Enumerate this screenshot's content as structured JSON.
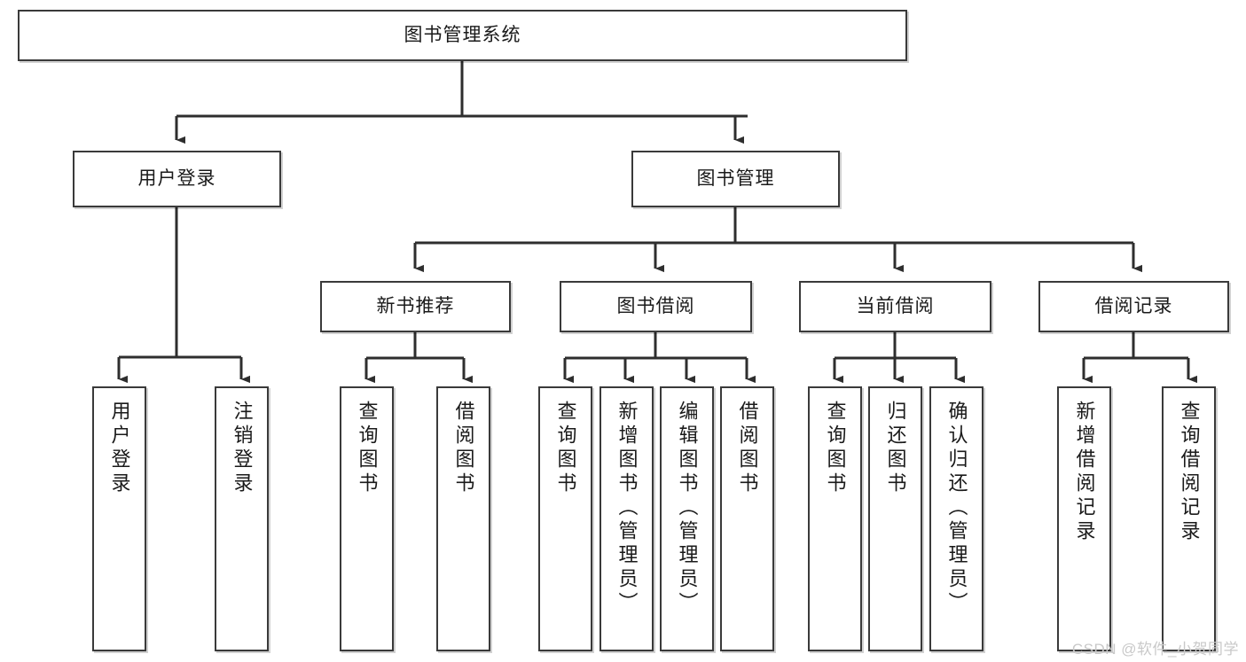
{
  "diagram": {
    "title": "图书管理系统",
    "type": "tree-hierarchy",
    "orientation": "top-down",
    "watermark": "CSDN @软件_小贺同学",
    "colors": {
      "box_border": "#3a3a3a",
      "box_fill": "#ffffff",
      "edge": "#2e2e2e",
      "text": "#1a1a1a",
      "watermark": "#c9c9c9"
    },
    "levels": [
      {
        "level": 1,
        "nodes": [
          {
            "id": "root",
            "label": "图书管理系统"
          }
        ]
      },
      {
        "level": 2,
        "nodes": [
          {
            "id": "login",
            "label": "用户登录",
            "parent": "root"
          },
          {
            "id": "bookmgmt",
            "label": "图书管理",
            "parent": "root"
          }
        ]
      },
      {
        "level": 3,
        "nodes": [
          {
            "id": "newbook",
            "label": "新书推荐",
            "parent": "bookmgmt"
          },
          {
            "id": "borrow",
            "label": "图书借阅",
            "parent": "bookmgmt"
          },
          {
            "id": "current",
            "label": "当前借阅",
            "parent": "bookmgmt"
          },
          {
            "id": "record",
            "label": "借阅记录",
            "parent": "bookmgmt"
          }
        ]
      },
      {
        "level": 4,
        "nodes": [
          {
            "id": "leaf1",
            "label": "用户登录",
            "parent": "login"
          },
          {
            "id": "leaf2",
            "label": "注销登录",
            "parent": "login"
          },
          {
            "id": "leaf3",
            "label": "查询图书",
            "parent": "newbook"
          },
          {
            "id": "leaf4",
            "label": "借阅图书",
            "parent": "newbook"
          },
          {
            "id": "leaf5",
            "label": "查询图书",
            "parent": "borrow"
          },
          {
            "id": "leaf6",
            "label": "新增图书（管理员）",
            "parent": "borrow"
          },
          {
            "id": "leaf7",
            "label": "编辑图书（管理员）",
            "parent": "borrow"
          },
          {
            "id": "leaf8",
            "label": "借阅图书",
            "parent": "borrow"
          },
          {
            "id": "leaf9",
            "label": "查询图书",
            "parent": "current"
          },
          {
            "id": "leaf10",
            "label": "归还图书",
            "parent": "current"
          },
          {
            "id": "leaf11",
            "label": "确认归还（管理员）",
            "parent": "current"
          },
          {
            "id": "leaf12",
            "label": "新增借阅记录",
            "parent": "record"
          },
          {
            "id": "leaf13",
            "label": "查询借阅记录",
            "parent": "record"
          }
        ]
      }
    ]
  }
}
